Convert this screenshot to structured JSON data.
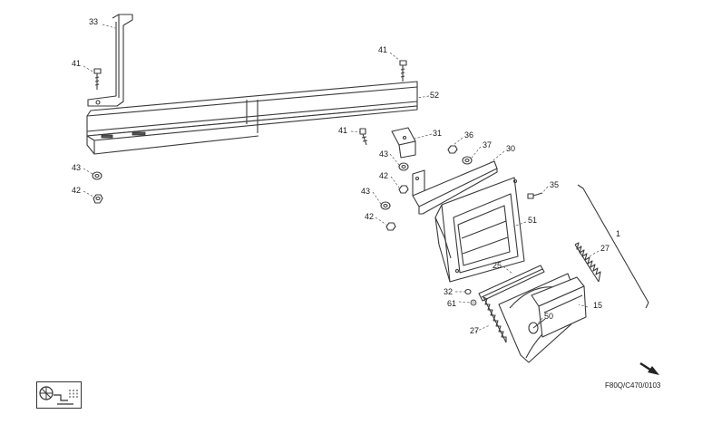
{
  "callouts": {
    "c33": "33",
    "c41a": "41",
    "c41b": "41",
    "c41c": "41",
    "c52": "52",
    "c31": "31",
    "c36": "36",
    "c37": "37",
    "c30": "30",
    "c43a": "43",
    "c42a": "42",
    "c43b": "43",
    "c42b": "42",
    "c43c": "43",
    "c42c": "42",
    "c35": "35",
    "c1": "1",
    "c51": "51",
    "c27a": "27",
    "c25": "25",
    "c32": "32",
    "c61": "61",
    "c15": "15",
    "c50": "50",
    "c27b": "27"
  },
  "figure_ref": "F80Q/C470/0103",
  "icons": {
    "logo": "machine-symbol-icon",
    "direction": "direction-arrow-icon"
  }
}
